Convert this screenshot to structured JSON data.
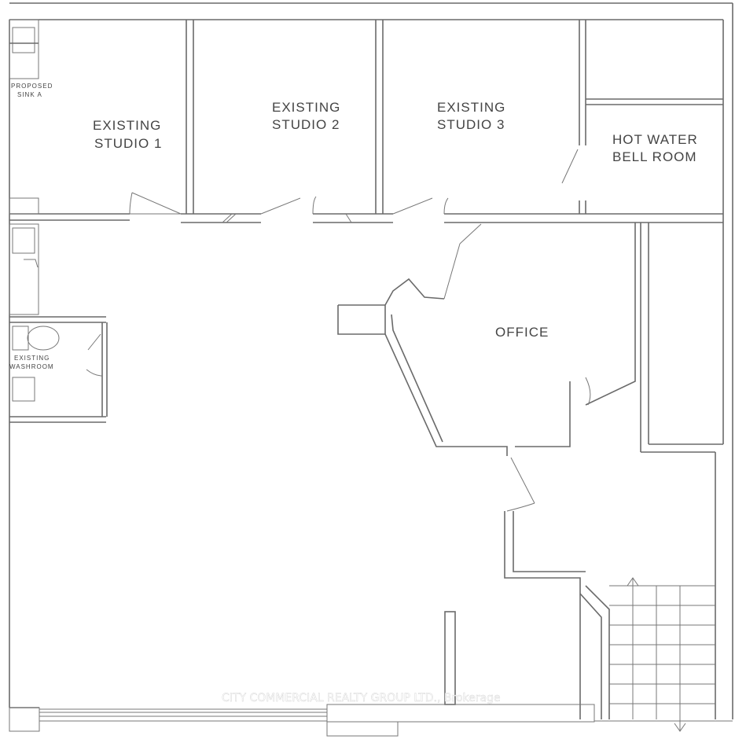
{
  "labels": {
    "sink": [
      "PROPOSED",
      "SINK A"
    ],
    "studio1": [
      "EXISTING",
      "STUDIO 1"
    ],
    "studio2": [
      "EXISTING",
      "STUDIO 2"
    ],
    "studio3": [
      "EXISTING",
      "STUDIO 3"
    ],
    "hot_water": [
      "HOT WATER",
      "BELL ROOM"
    ],
    "washroom": [
      "EXISTING",
      "WASHROOM"
    ],
    "office": "OFFICE"
  },
  "watermark": "CITY COMMERCIAL REALTY GROUP LTD., Brokerage"
}
